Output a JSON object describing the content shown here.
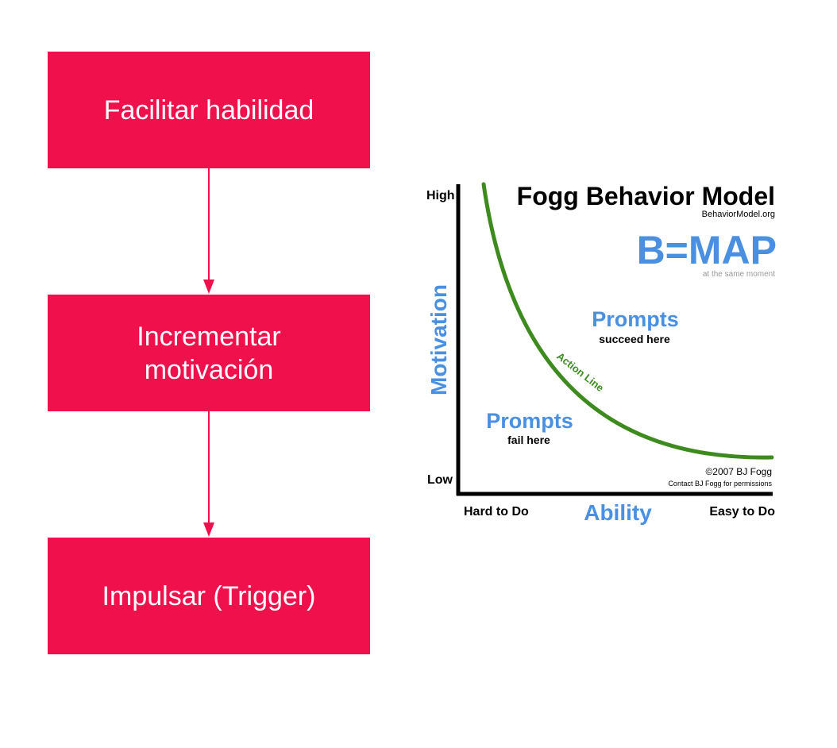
{
  "flow": {
    "steps": [
      {
        "label": "Facilitar habilidad"
      },
      {
        "label": "Incrementar motivación"
      },
      {
        "label": "Impulsar (Trigger)"
      }
    ],
    "box_color": "#f0104b",
    "arrow_color": "#f0104b"
  },
  "fogg": {
    "title": "Fogg Behavior Model",
    "site": "BehaviorModel.org",
    "formula": "B=MAP",
    "formula_note": "at the same moment",
    "y_axis_label": "Motivation",
    "y_high": "High",
    "y_low": "Low",
    "x_axis_label": "Ability",
    "x_left": "Hard to Do",
    "x_right": "Easy to Do",
    "curve_label": "Action Line",
    "prompts_succeed_title": "Prompts",
    "prompts_succeed_sub": "succeed here",
    "prompts_fail_title": "Prompts",
    "prompts_fail_sub": "fail here",
    "copyright": "©2007 BJ Fogg",
    "permissions": "Contact BJ Fogg for permissions",
    "colors": {
      "accent_blue": "#4a90e2",
      "curve_green": "#3d8b1e",
      "axis_black": "#000000",
      "note_gray": "#999999"
    }
  }
}
